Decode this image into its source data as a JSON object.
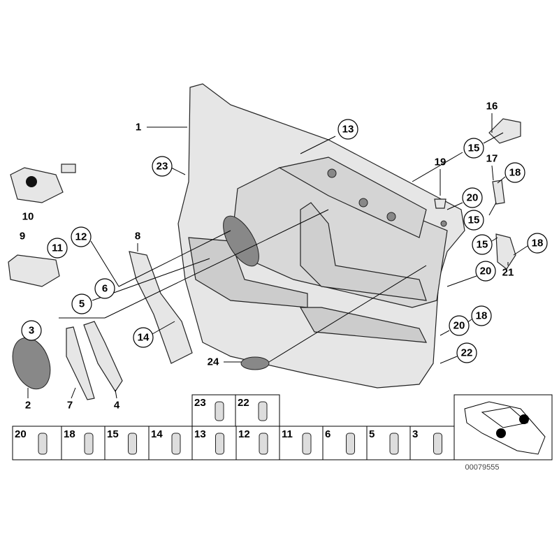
{
  "diagram_code": "00079555",
  "callouts": [
    {
      "label": "1",
      "circled": false
    },
    {
      "label": "13",
      "circled": true
    },
    {
      "label": "23",
      "circled": true
    },
    {
      "label": "16",
      "circled": false
    },
    {
      "label": "15",
      "circled": true
    },
    {
      "label": "17",
      "circled": false
    },
    {
      "label": "18",
      "circled": true
    },
    {
      "label": "19",
      "circled": false
    },
    {
      "label": "20",
      "circled": true
    },
    {
      "label": "15",
      "circled": true
    },
    {
      "label": "10",
      "circled": false
    },
    {
      "label": "9",
      "circled": false
    },
    {
      "label": "11",
      "circled": true
    },
    {
      "label": "12",
      "circled": true
    },
    {
      "label": "8",
      "circled": false
    },
    {
      "label": "15",
      "circled": true
    },
    {
      "label": "18",
      "circled": true
    },
    {
      "label": "20",
      "circled": true
    },
    {
      "label": "21",
      "circled": false
    },
    {
      "label": "5",
      "circled": true
    },
    {
      "label": "6",
      "circled": true
    },
    {
      "label": "3",
      "circled": true
    },
    {
      "label": "14",
      "circled": true
    },
    {
      "label": "18",
      "circled": true
    },
    {
      "label": "20",
      "circled": true
    },
    {
      "label": "22",
      "circled": true
    },
    {
      "label": "24",
      "circled": false
    },
    {
      "label": "2",
      "circled": false
    },
    {
      "label": "7",
      "circled": false
    },
    {
      "label": "4",
      "circled": false
    }
  ],
  "fastener_table": {
    "top_row": [
      "23",
      "22"
    ],
    "bottom_row": [
      "20",
      "18",
      "15",
      "14",
      "13",
      "12",
      "11",
      "6",
      "5",
      "3"
    ]
  },
  "location_marker": "car-silhouette-with-dots"
}
